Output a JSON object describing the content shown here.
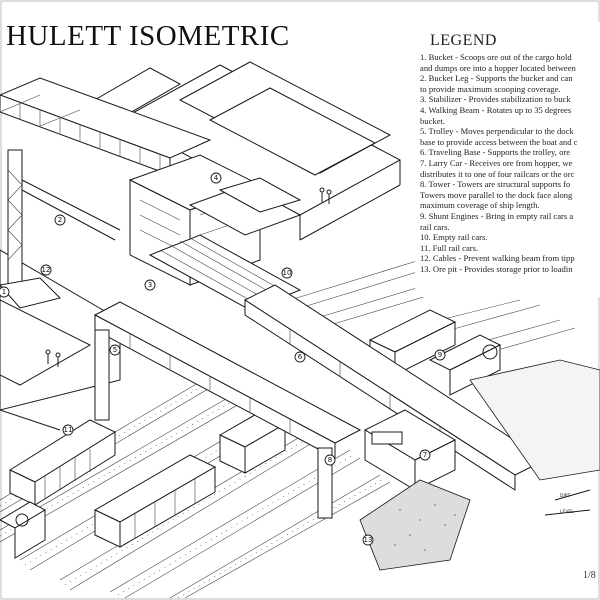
{
  "title": "HULETT ISOMETRIC",
  "legend": {
    "heading": "LEGEND",
    "items": [
      "1. Bucket - Scoops ore out of the cargo hold",
      "and dumps ore into a hopper located between",
      "2. Bucket Leg - Supports the bucket and can",
      "to provide maximum scooping coverage.",
      "3. Stabilizer - Provides stabilization to buck",
      "4. Walking Beam - Rotates up to 35 degrees",
      "bucket.",
      "5. Trolley - Moves perpendicular to the dock",
      "base to provide access between the boat and c",
      "6. Traveling Base - Supports the trolley, ore",
      "7. Larry Car - Receives ore from hopper, we",
      "distributes it to one of four railcars or the orc",
      "8. Tower - Towers are structural supports fo",
      "Towers move parallel to the dock face along",
      "maximum coverage of ship length.",
      "9. Shunt Engines - Bring in empty rail cars a",
      "rail cars.",
      "10. Empty rail cars.",
      "11. Full rail cars.",
      "12. Cables - Prevent walking beam from tipp",
      "13. Ore pit - Provides storage prior to loadin"
    ]
  },
  "callouts": [
    "1",
    "2",
    "3",
    "4",
    "5",
    "6",
    "7",
    "8",
    "9",
    "10",
    "11",
    "12",
    "13"
  ],
  "scale_note": "1/8",
  "small_labels": [
    "DIRT",
    "LEVEL"
  ]
}
